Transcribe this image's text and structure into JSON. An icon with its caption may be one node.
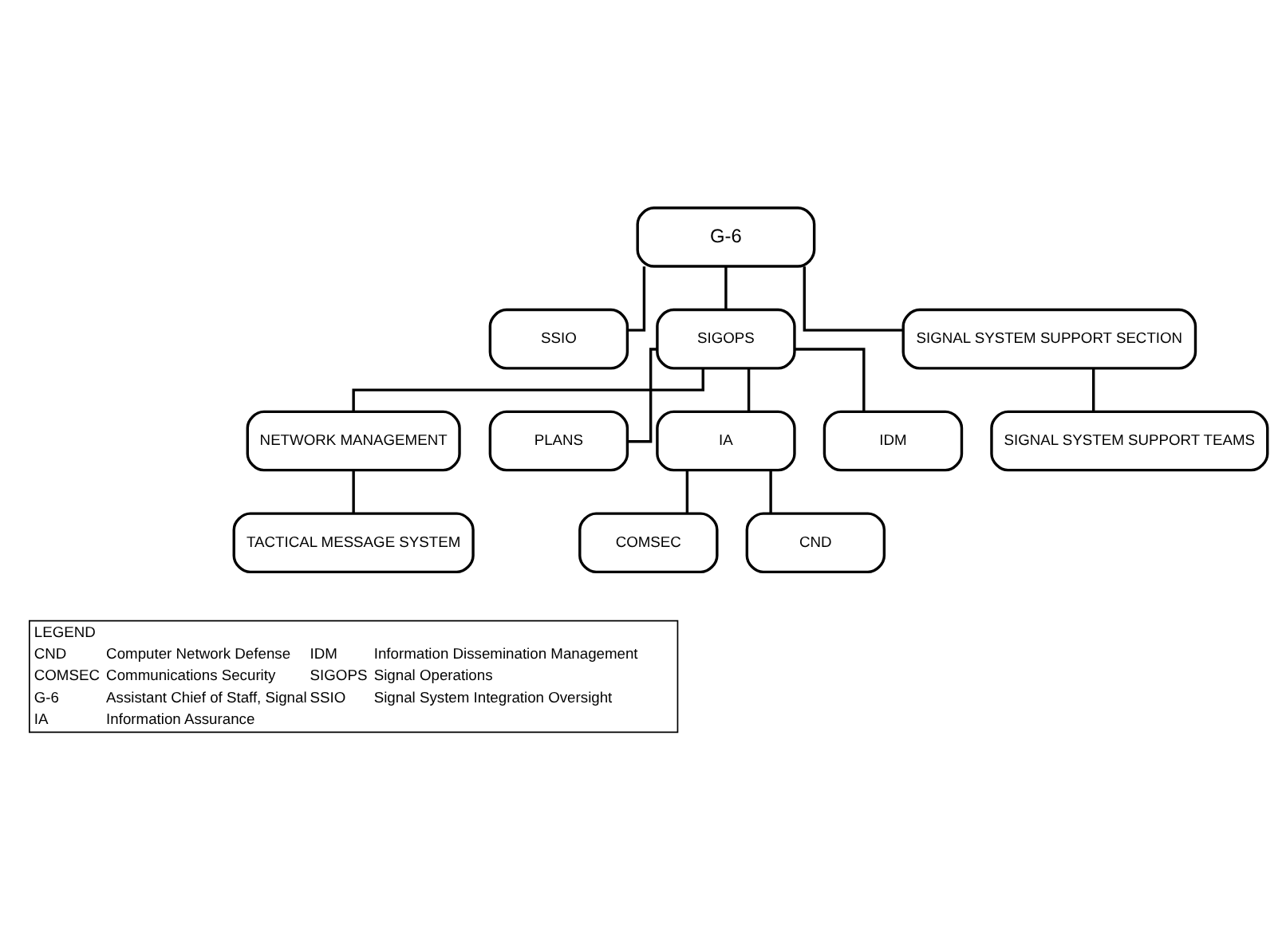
{
  "diagram": {
    "nodes": [
      {
        "text": [
          "G-6"
        ]
      },
      {
        "text": [
          "SSIO"
        ]
      },
      {
        "text": [
          "SIGOPS"
        ]
      },
      {
        "text": [
          "SIGNAL SYSTEM SUPPORT SECTION"
        ]
      },
      {
        "text": [
          "NETWORK MANAGEMENT"
        ]
      },
      {
        "text": [
          "PLANS"
        ]
      },
      {
        "text": [
          "IA"
        ]
      },
      {
        "text": [
          "IDM"
        ]
      },
      {
        "text": [
          "SIGNAL SYSTEM SUPPORT TEAMS"
        ]
      },
      {
        "text": [
          "TACTICAL MESSAGE SYSTEM"
        ]
      },
      {
        "text": [
          "COMSEC"
        ]
      },
      {
        "text": [
          "CND"
        ]
      }
    ],
    "edges": [
      {
        "from": 0,
        "to": 1,
        "arrow": "none"
      },
      {
        "from": 0,
        "to": 2,
        "arrow": "none"
      },
      {
        "from": 0,
        "to": 3,
        "arrow": "none"
      },
      {
        "from": 2,
        "to": 4,
        "arrow": "none"
      },
      {
        "from": 2,
        "to": 5,
        "arrow": "none"
      },
      {
        "from": 2,
        "to": 6,
        "arrow": "none"
      },
      {
        "from": 2,
        "to": 7,
        "arrow": "none"
      },
      {
        "from": 3,
        "to": 8,
        "arrow": "none"
      },
      {
        "from": 4,
        "to": 9,
        "arrow": "none"
      },
      {
        "from": 6,
        "to": 10,
        "arrow": "none"
      },
      {
        "from": 6,
        "to": 11,
        "arrow": "none"
      }
    ],
    "labels": [
      "LEGEND",
      "CND",
      "Computer Network Defense",
      "IDM",
      "Information Dissemination Management",
      "COMSEC",
      "Communications Security",
      "SIGOPS",
      "Signal Operations",
      "G-6",
      "Assistant Chief of Staff, Signal",
      "SSIO",
      "Signal System Integration Oversight",
      "IA",
      "Information Assurance"
    ]
  }
}
